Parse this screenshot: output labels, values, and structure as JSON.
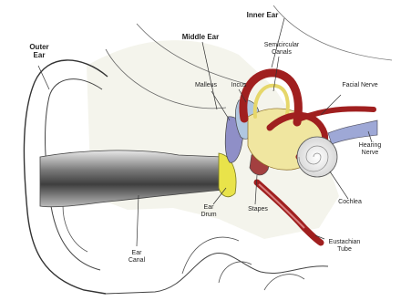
{
  "labels": {
    "outer_ear_1": "Outer",
    "outer_ear_2": "Ear",
    "middle_ear": "Middle Ear",
    "inner_ear": "Inner Ear",
    "semicircular_1": "Semicircular",
    "semicircular_2": "Canals",
    "malleus": "Malleus",
    "incus": "Incus",
    "facial_nerve": "Facial Nerve",
    "hearing_nerve_1": "Hearing",
    "hearing_nerve_2": "Nerve",
    "cochlea": "Cochlea",
    "ear_drum_1": "Ear",
    "ear_drum_2": "Drum",
    "stapes": "Stapes",
    "eustachian_1": "Eustachian",
    "eustachian_2": "Tube",
    "ear_canal_1": "Ear",
    "ear_canal_2": "Canal"
  },
  "colors": {
    "bone": "#a01f1f",
    "inner_fill": "#f0e6a0",
    "canal_dark": "#5a5a5a",
    "eardrum": "#e9e34a",
    "ossicle": "#8f8fc7",
    "nerve": "#9ea8d6"
  }
}
